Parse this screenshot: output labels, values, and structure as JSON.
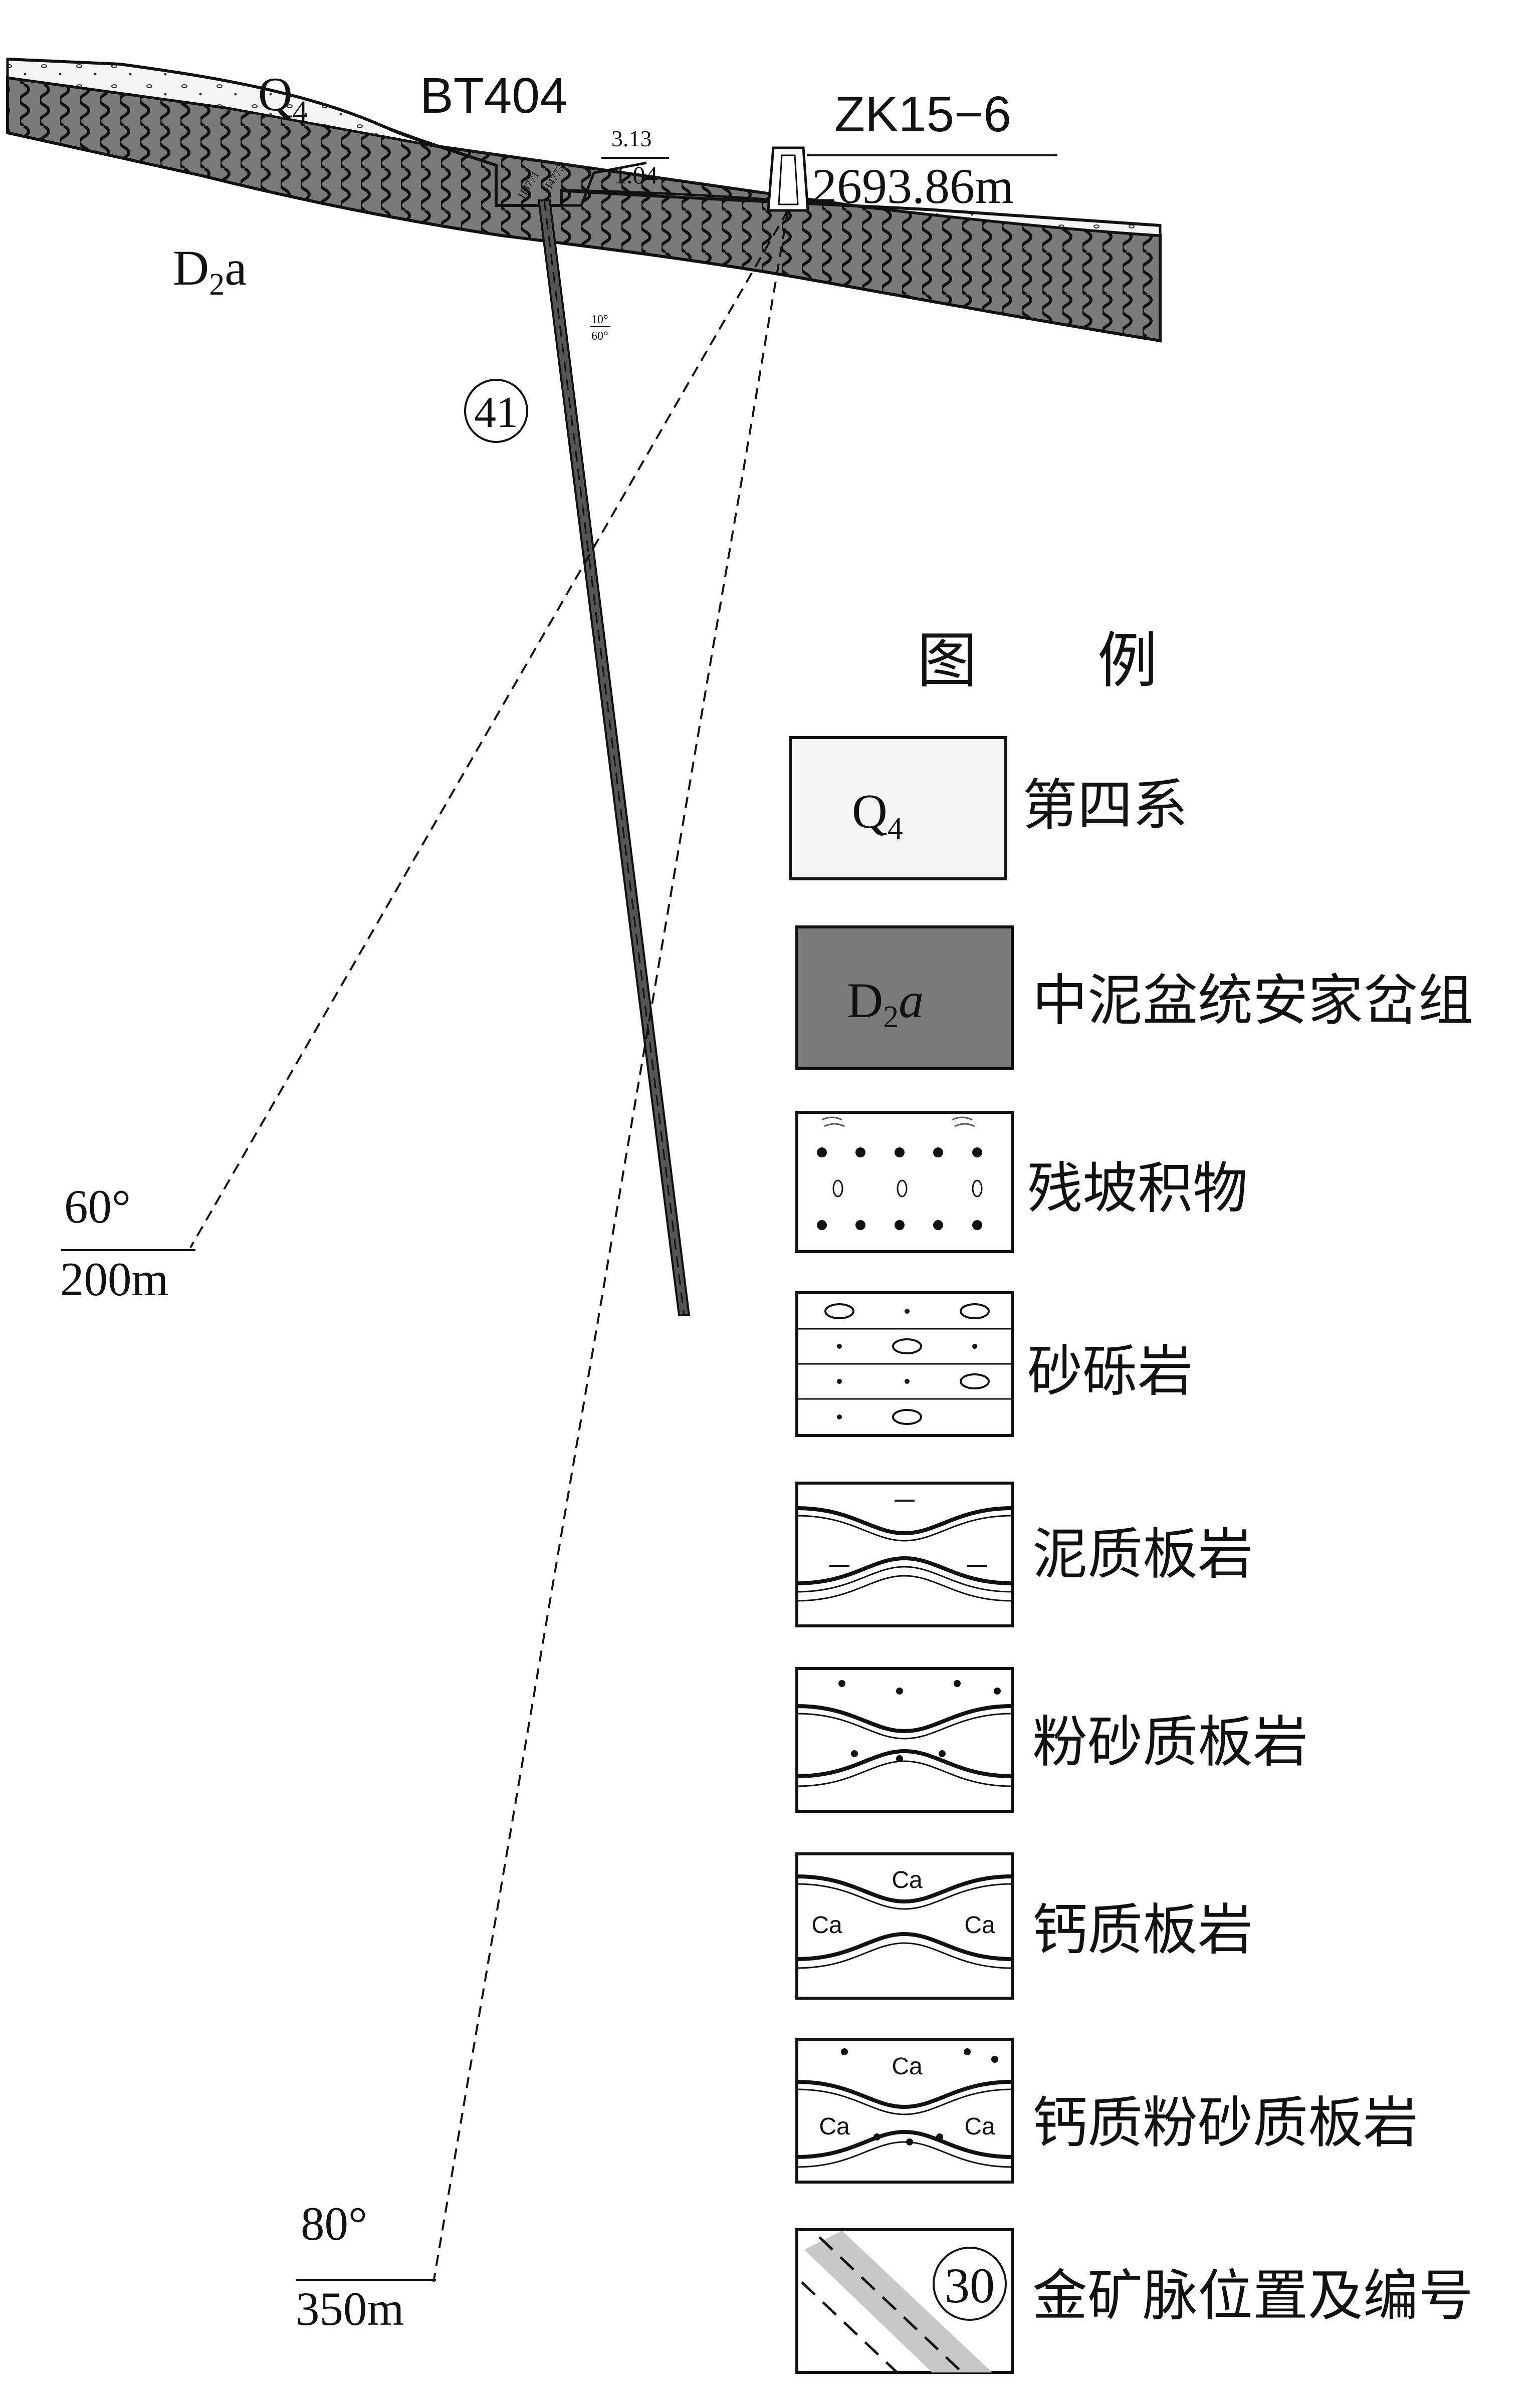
{
  "section": {
    "q4_unit": "Q",
    "q4_sub": "4",
    "d2a_main": "D",
    "d2a_sub": "2",
    "d2a_tail": "a",
    "trench_id": "BT404",
    "trench_value_top": "3.13",
    "trench_value_bottom": "1.04",
    "sample_1": "H4771",
    "sample_2": "H4773",
    "dip_label_top": "10°",
    "dip_label_bottom": "60°",
    "drill_id": "ZK15−6",
    "drill_elevation": "2693.86m",
    "vein_number": "41",
    "hole_a_angle": "60°",
    "hole_a_depth": "200m",
    "hole_b_angle": "80°",
    "hole_b_depth": "350m"
  },
  "legend": {
    "title": "图　　例",
    "items": [
      {
        "pattern": "quaternary",
        "symbol_main": "Q",
        "symbol_sub": "4",
        "label": "第四系"
      },
      {
        "pattern": "anjiafen",
        "symbol_main": "D",
        "symbol_sub": "2",
        "symbol_tail": "a",
        "label": "中泥盆统安家岔组"
      },
      {
        "pattern": "eluvium",
        "label": "残坡积物"
      },
      {
        "pattern": "glutenite",
        "label": "砂砾岩"
      },
      {
        "pattern": "mud-slate",
        "label": "泥质板岩"
      },
      {
        "pattern": "silty-slate",
        "label": "粉砂质板岩"
      },
      {
        "pattern": "calc-slate",
        "symbol_text": "Ca",
        "label": "钙质板岩"
      },
      {
        "pattern": "calc-silty-slate",
        "symbol_text": "Ca",
        "label": "钙质粉砂质板岩"
      },
      {
        "pattern": "gold-vein",
        "symbol_text": "30",
        "label": "金矿脉位置及编号"
      }
    ]
  },
  "colors": {
    "d2a_fill": "#7a7a7a",
    "q4_fill": "#f4f4f4",
    "line": "#111111",
    "vein_fill": "#555555",
    "legend_vein_fill": "#c8c8c8"
  }
}
